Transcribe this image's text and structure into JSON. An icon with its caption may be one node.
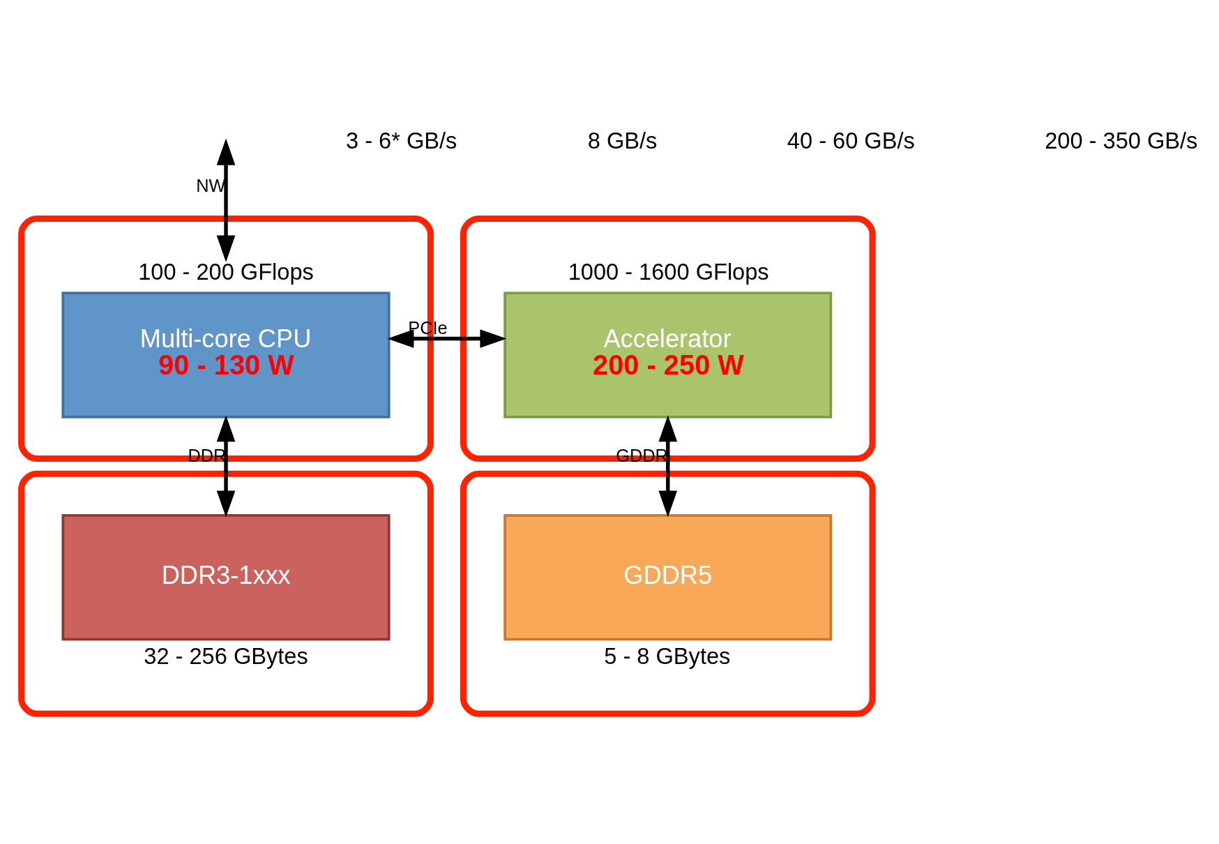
{
  "diagram": {
    "nodes": [
      {
        "text": [],
        "shape": "ellipse"
      },
      {
        "text": [
          "Multi-core CPU",
          "90 - 130 W"
        ],
        "in": 0,
        "beside": [
          "100 - 200 GFlops"
        ]
      },
      {
        "text": [],
        "shape": "ellipse"
      },
      {
        "text": [
          "Accelerator",
          "200 - 250 W"
        ],
        "in": 2,
        "beside": [
          "1000 - 1600 GFlops"
        ]
      },
      {
        "text": [],
        "shape": "ellipse"
      },
      {
        "text": [
          "DDR3-1xxx"
        ],
        "in": 4,
        "beside": [
          "32 - 256 GBytes"
        ]
      },
      {
        "text": [],
        "shape": "ellipse"
      },
      {
        "text": [
          "GDDR5"
        ],
        "in": 6,
        "beside": [
          "5 - 8 GBytes"
        ]
      }
    ],
    "edges": [
      {
        "from": null,
        "to": 1,
        "arrow": "both",
        "label": "NW"
      },
      {
        "from": 1,
        "to": 3,
        "arrow": "both",
        "label": "PCIe"
      },
      {
        "from": 1,
        "to": 5,
        "arrow": "both",
        "label": "DDR"
      },
      {
        "from": 3,
        "to": 7,
        "arrow": "both",
        "label": "GDDR"
      }
    ],
    "labels": [
      "3 - 6* GB/s",
      "8 GB/s",
      "40 - 60 GB/s",
      "200 - 350 GB/s"
    ]
  }
}
